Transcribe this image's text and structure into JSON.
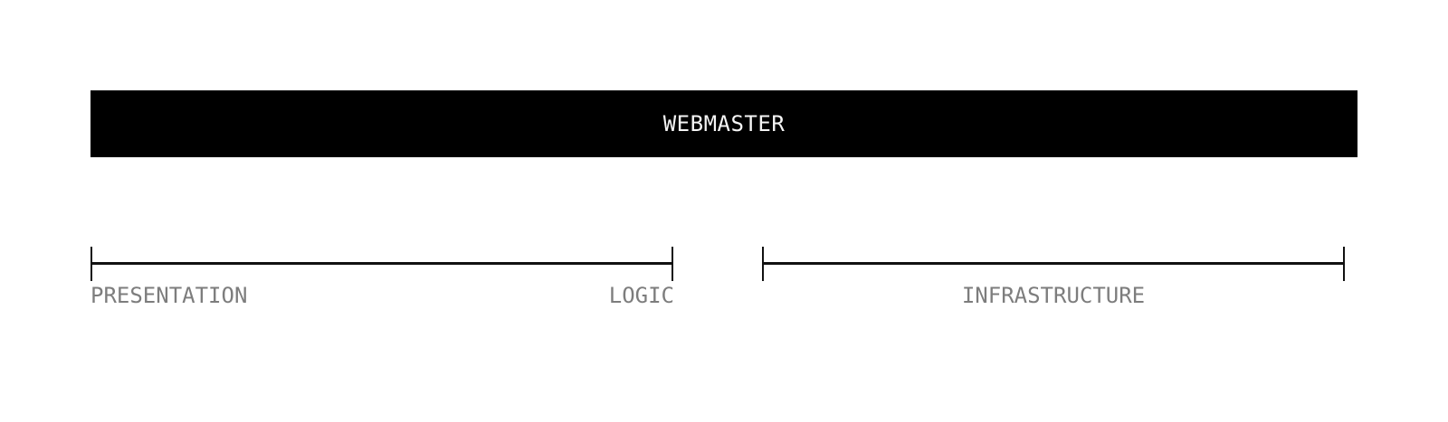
{
  "diagram": {
    "banner_label": "WEBMASTER",
    "left_range": {
      "start_label": "PRESENTATION",
      "end_label": "LOGIC"
    },
    "right_range": {
      "center_label": "INFRASTRUCTURE"
    }
  },
  "colors": {
    "background": "#ffffff",
    "banner_bg": "#000000",
    "banner_text": "#f5f5f5",
    "range_line": "#111111",
    "label_text": "#7d7d7d"
  }
}
